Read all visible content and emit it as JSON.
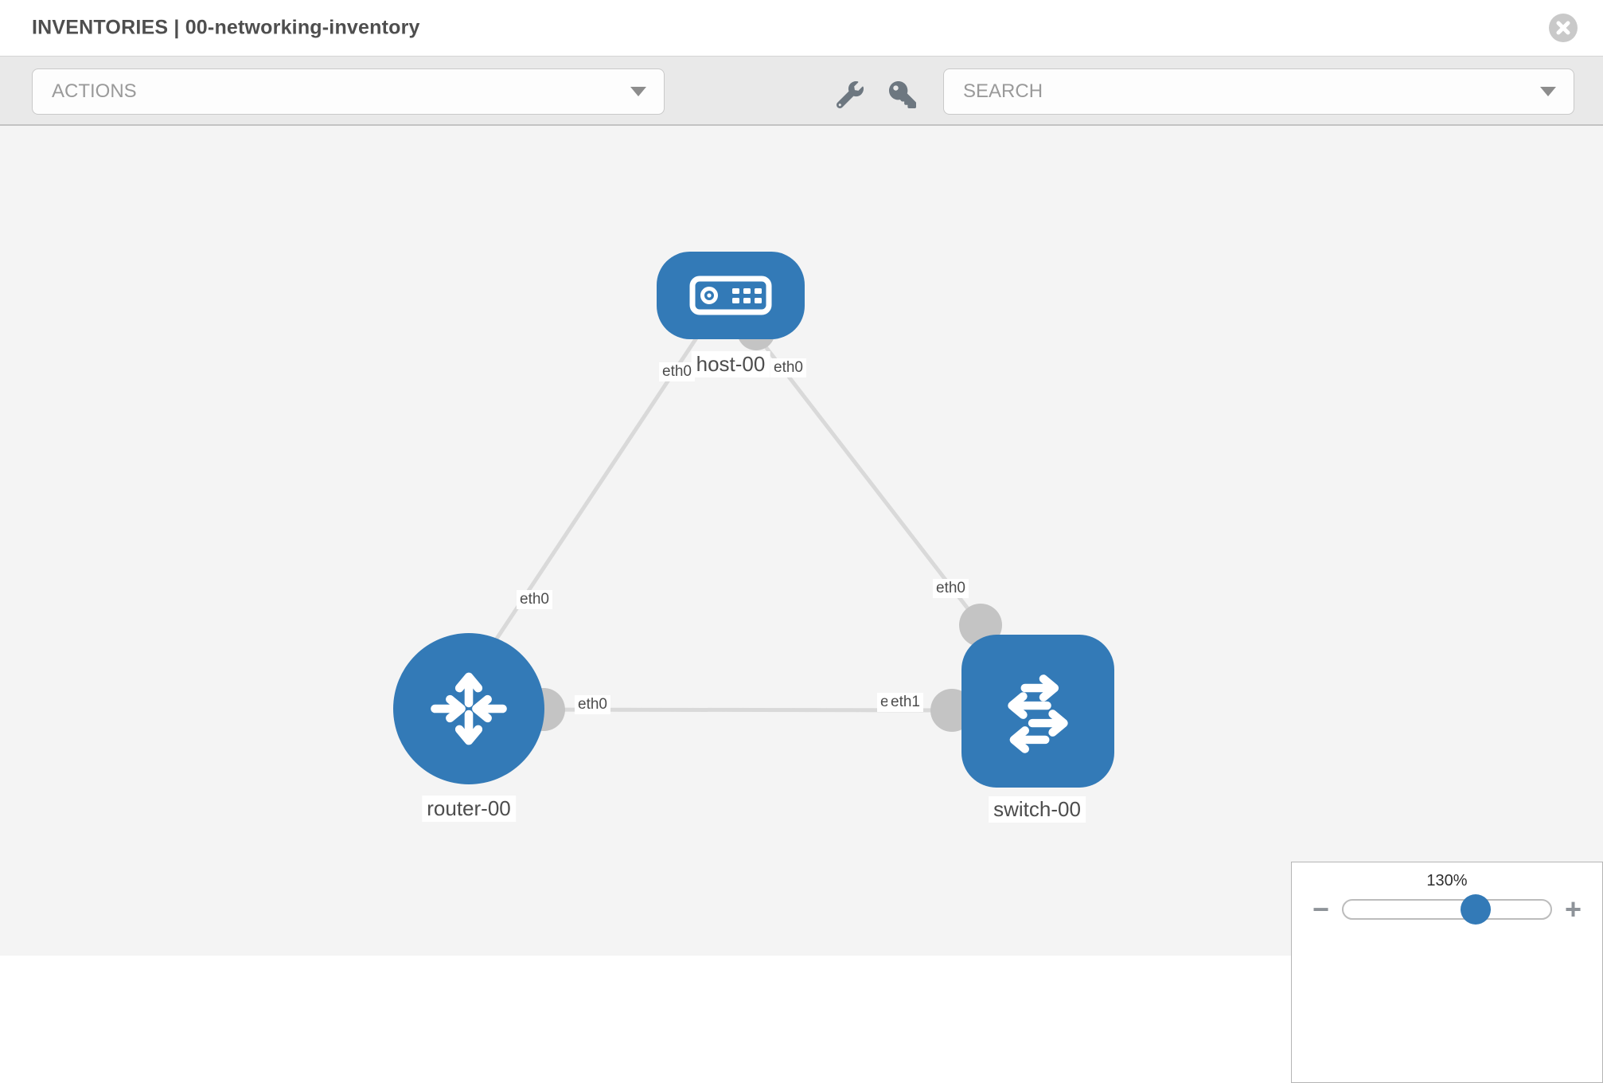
{
  "header": {
    "title": "INVENTORIES | 00-networking-inventory"
  },
  "toolbar": {
    "actions_label": "ACTIONS",
    "search_placeholder": "SEARCH",
    "icons": {
      "wrench": "wrench",
      "key": "key",
      "caret": "triangle-down"
    }
  },
  "topology": {
    "nodes": [
      {
        "id": "host-00",
        "type": "host",
        "label": "host-00"
      },
      {
        "id": "router-00",
        "type": "router",
        "label": "router-00"
      },
      {
        "id": "switch-00",
        "type": "switch",
        "label": "switch-00"
      }
    ],
    "links": [
      {
        "from": "host-00",
        "to": "router-00",
        "from_port": "eth0",
        "to_port": "eth0"
      },
      {
        "from": "host-00",
        "to": "switch-00",
        "from_port": "eth0",
        "to_port": "eth0"
      },
      {
        "from": "router-00",
        "to": "switch-00",
        "from_port": "eth0",
        "to_port": "eth1"
      }
    ],
    "labels": {
      "host_to_router_at_host": "eth0",
      "host_to_switch_at_host": "eth0",
      "host_to_router_at_router": "eth0",
      "host_to_switch_at_switch": "eth0",
      "router_to_switch_at_router": "eth0",
      "router_to_switch_at_switch_under": "eth0",
      "router_to_switch_at_switch_over": "eth1"
    },
    "colors": {
      "node_blue": "#337ab7",
      "link_gray": "#d9d9d9",
      "dot_gray": "#c4c4c4"
    }
  },
  "zoom_control": {
    "value": "130%",
    "minus_label": "−",
    "plus_label": "+"
  }
}
